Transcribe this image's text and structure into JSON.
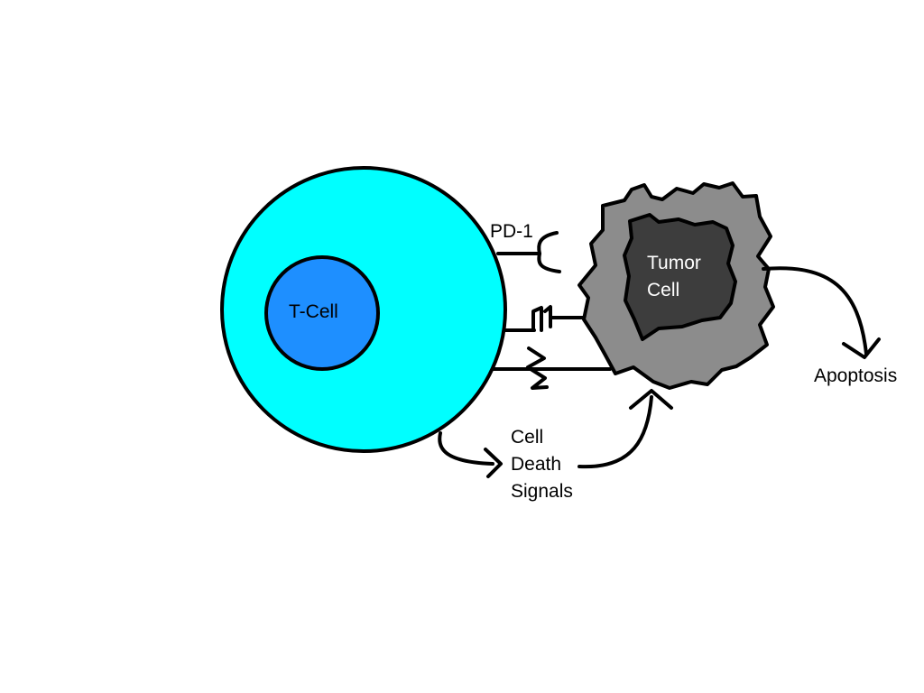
{
  "labels": {
    "t_cell": "T-Cell",
    "pd1": "PD-1",
    "tumor_line1": "Tumor",
    "tumor_line2": "Cell",
    "signals_line1": "Cell",
    "signals_line2": "Death",
    "signals_line3": "Signals",
    "apoptosis": "Apoptosis"
  },
  "colors": {
    "t_cell_body": "#00ffff",
    "t_cell_nucleus": "#1e8fff",
    "tumor_body": "#8c8c8c",
    "tumor_nucleus": "#3d3d3d",
    "outline": "#000000",
    "background": "#ffffff"
  }
}
